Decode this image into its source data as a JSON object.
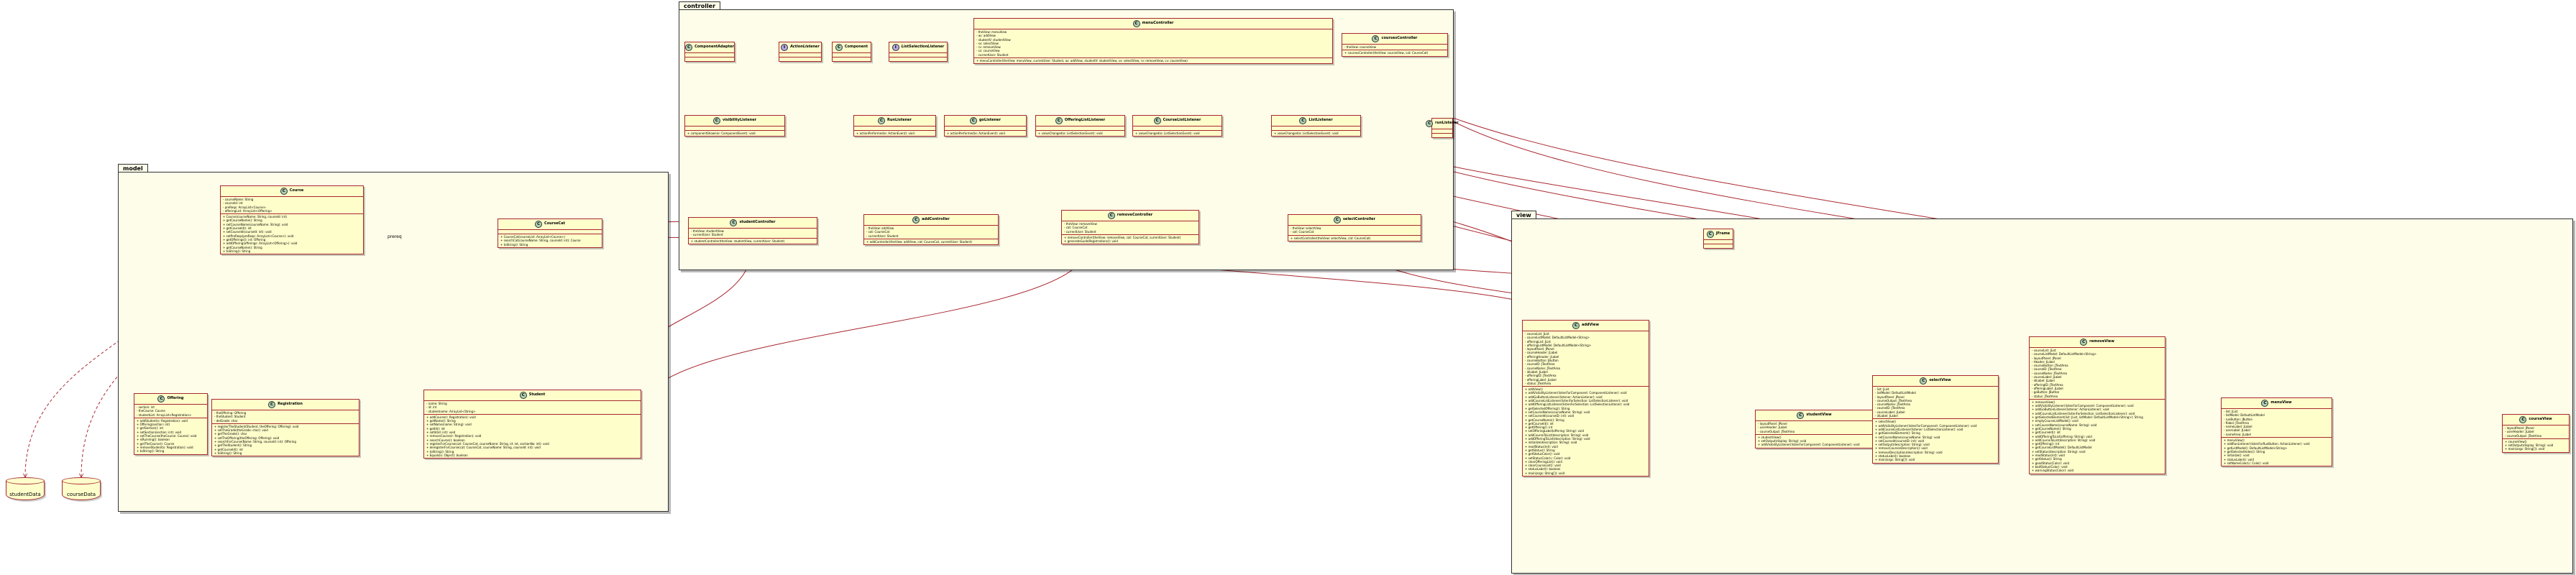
{
  "packages": {
    "controller": "controller",
    "model": "model",
    "view": "view"
  },
  "databases": {
    "studentData": "studentData",
    "courseData": "courseData"
  },
  "edge_labels": {
    "prereq": "prereq"
  },
  "classes": {
    "ComponentAdapter": {
      "name": "ComponentAdapter",
      "kind": "C",
      "italic": false,
      "fields": [],
      "methods": []
    },
    "ActionListener": {
      "name": "ActionListener",
      "kind": "I",
      "italic": true,
      "fields": [],
      "methods": []
    },
    "Component": {
      "name": "Component",
      "kind": "C",
      "italic": false,
      "fields": [],
      "methods": []
    },
    "ListSelectionListener": {
      "name": "ListSelectionListener",
      "kind": "I",
      "italic": true,
      "fields": [],
      "methods": []
    },
    "menuController": {
      "name": "menuController",
      "kind": "C",
      "italic": false,
      "fields": [
        "- theView: menuView",
        "- av: addView",
        "- studentV: studentView",
        "- sv: selectView",
        "- rv: removeView",
        "- cv: courseView",
        "- currentUser: Student"
      ],
      "methods": [
        "+ menuController(theView: menuView, currentUser: Student, av: addView, studentV: studentView, sv: selectView, rv: removeView, cv: courseView)"
      ]
    },
    "coursesController": {
      "name": "coursesController",
      "kind": "C",
      "italic": false,
      "fields": [
        "- theView: courseView"
      ],
      "methods": [
        "+ coursesController(theView: courseView, cat: CourseCat)"
      ]
    },
    "visibilityListener": {
      "name": "visibilityListener",
      "kind": "C",
      "italic": false,
      "fields": [],
      "methods": [
        "+ componentShown(e: ComponentEvent): void"
      ]
    },
    "RunListener": {
      "name": "RunListener",
      "kind": "C",
      "italic": false,
      "fields": [],
      "methods": [
        "+ actionPerformed(e: ActionEvent): void"
      ]
    },
    "goListener": {
      "name": "goListener",
      "kind": "C",
      "italic": false,
      "fields": [],
      "methods": [
        "+ actionPerformed(e: ActionEvent): void"
      ]
    },
    "OfferingListListener": {
      "name": "OfferingListListener",
      "kind": "C",
      "italic": false,
      "fields": [],
      "methods": [
        "+ valueChanged(e: ListSelectionEvent): void"
      ]
    },
    "CourseListListener": {
      "name": "CourseListListener",
      "kind": "C",
      "italic": false,
      "fields": [],
      "methods": [
        "+ valueChanged(e: ListSelectionEvent): void"
      ]
    },
    "ListListener": {
      "name": "ListListener",
      "kind": "C",
      "italic": false,
      "fields": [],
      "methods": [
        "+ valueChanged(e: ListSelectionEvent): void"
      ]
    },
    "runListener": {
      "name": "runListener",
      "kind": "C",
      "italic": false,
      "fields": [],
      "methods": []
    },
    "studentController": {
      "name": "studentController",
      "kind": "C",
      "italic": false,
      "fields": [
        "- theView: studentView",
        "- currentUser: Student"
      ],
      "methods": [
        "+ studentController(theView: studentView, currentUser: Student)"
      ]
    },
    "addController": {
      "name": "addController",
      "kind": "C",
      "italic": false,
      "fields": [
        "- theView: addView",
        "- cat: CourseCat",
        "- currentUser: Student"
      ],
      "methods": [
        "+ addController(theView: addView, cat: CourseCat, currentUser: Student)"
      ]
    },
    "removeController": {
      "name": "removeController",
      "kind": "C",
      "italic": false,
      "fields": [
        "- theView: removeView",
        "- cat: CourseCat",
        "- currentUser: Student"
      ],
      "methods": [
        "+ removeController(theView: removeView, cat: CourseCat, currentUser: Student)",
        "+ generateGuideRegistrations(): void"
      ]
    },
    "selectController": {
      "name": "selectController",
      "kind": "C",
      "italic": false,
      "fields": [
        "- theView: selectView",
        "- cat: CourseCat"
      ],
      "methods": [
        "+ selectController(theView: selectView, cat: CourseCat)"
      ]
    },
    "Course": {
      "name": "Course",
      "kind": "C",
      "italic": false,
      "fields": [
        "- courseName: String",
        "- courseId: int",
        "- preReqs: ArrayList<Course>",
        "- offeringList: ArrayList<Offering>"
      ],
      "methods": [
        "+ Course(courseName: String, courseId: int)",
        "+ getCourseName(): String",
        "+ setCourseName(courseName: String): void",
        "+ getCourseId(): int",
        "+ setCourseId(courseId: int): void",
        "+ setPreReqs(preReqs: ArrayList<Course>): void",
        "+ getOfferings(): int: Offering",
        "+ addOffering(offerings: ArrayList<Offering>): void",
        "+ getCourseName(): String",
        "+ toString(): String"
      ]
    },
    "CourseCat": {
      "name": "CourseCat",
      "kind": "C",
      "italic": false,
      "fields": [],
      "methods": [
        "+ CourseCat(courseList: ArrayList<Course>)",
        "+ searchCat(courseName: String, courseId: int): Course",
        "+ toString(): String"
      ]
    },
    "Offering": {
      "name": "Offering",
      "kind": "C",
      "italic": false,
      "fields": [
        "- section: int",
        "- theCourse: Course",
        "- studentList: ArrayList<Registration>"
      ],
      "methods": [
        "+ addStudent(s: Registration): void",
        "+ Offering(section: int)",
        "+ getSection(): int",
        "+ setSection(section: int): void",
        "+ setTheCourse(theCourse: Course): void",
        "+ isRunning(): boolean",
        "+ getTheCourse(): Course",
        "+ removeStudent(s: Registration): void",
        "+ toString(): String"
      ]
    },
    "Registration": {
      "name": "Registration",
      "kind": "C",
      "italic": false,
      "fields": [
        "- theOffering: Offering",
        "- theStudent: Student",
        "- delGrade: char"
      ],
      "methods": [
        "+ registerTheStudent(Student, theOffering: Offering): void",
        "+ setTheGrade(theGrade: char): void",
        "+ getTheGrade(): char",
        "+ setTheOffering(theOffering: Offering): void",
        "+ searchForCourse(Name: String, courseId: int): Offering",
        "+ getTheStudent(): String",
        "+ getCourseId(): int",
        "+ toString(): String"
      ]
    },
    "Student": {
      "name": "Student",
      "kind": "C",
      "italic": false,
      "fields": [
        "- name: String",
        "- id: int",
        "- studentname: ArrayList<String>"
      ],
      "methods": [
        "+ addCourse(r: Registration): void",
        "+ getName(): String",
        "+ setName(name: String): void",
        "+ getId(): int",
        "+ setId(id: int): void",
        "+ removeCourse(r: Registration): void",
        "+ searchCourse(): boolean",
        "+ registerForCourse(cat: CourseCat, courseName: String, id: int, sectionNo: int): void",
        "+ deregisterForCourse(cat: CourseCat, courseName: String, courseId: int): void",
        "+ toString(): String",
        "+ Equals(o: Object): boolean"
      ]
    },
    "JFrame": {
      "name": "JFrame",
      "kind": "C",
      "italic": false,
      "fields": [],
      "methods": []
    },
    "addView": {
      "name": "addView",
      "kind": "C",
      "italic": false,
      "fields": [
        "- courseList: JList",
        "- courseListModel: DefaultListModel<String>",
        "- offeringList: JList",
        "- offeringListModel: DefaultListModel<String>",
        "- layoutPanel: JPanel",
        "- courseHeader: JLabel",
        "- offeringHeader: JLabel",
        "- courseButton: JButton",
        "- courseID: JTextArea",
        "- courseName: JTextArea",
        "- idLabel: JLabel",
        "- offeringID: JTextArea",
        "- offeringLabel: JLabel",
        "- status: JTextArea"
      ],
      "methods": [
        "+ addView()",
        "+ addVisibilityListener(listenForComponent: ComponentListener): void",
        "+ addGoButtonListener(listener: ActionListener): void",
        "+ addCourseListListener(listenForSelection: ListSelectionListener): void",
        "+ addOfferingListListener(listenForSelection: ListSelectionListener): void",
        "+ getSelectedOffering(): String",
        "+ setCourseName(courseName: String): void",
        "+ setCourseId(courseID: int): void",
        "+ getCourseName(): String",
        "+ getCourseId(): int",
        "+ getOffering(): int",
        "+ setOfferingLabel(offering: String): void",
        "+ addCourseToList(description: String): void",
        "+ addOfferingToList(description: String): void",
        "+ initialize(description: String): void",
        "+ readStatus(int): void",
        "+ getStatus(): String",
        "+ getStatusColor(): void",
        "+ setStatusColor(c: Color): void",
        "+ clearOfferingList(): void",
        "+ clearCourseList(): void",
        "+ statusLabel(): boolean",
        "+ main(args: String[]): void"
      ]
    },
    "studentView": {
      "name": "studentView",
      "kind": "C",
      "italic": false,
      "fields": [
        "- layoutPanel: JPanel",
        "- userHeader: JLabel",
        "- courseOutput: JTextArea"
      ],
      "methods": [
        "+ studentView()",
        "+ setOutput(display: String): void",
        "+ addVisibilityListener(listenForComponent: ComponentListener): void"
      ]
    },
    "selectView": {
      "name": "selectView",
      "kind": "C",
      "italic": false,
      "fields": [
        "- list: JList",
        "- listModel: DefaultListModel",
        "- layoutPanel: JPanel",
        "- courseOutput: JTextArea",
        "- courseName: JTextArea",
        "- courseID: JTextArea",
        "- courseLabel: JLabel",
        "- idLabel: JLabel"
      ],
      "methods": [
        "+ selectView()",
        "+ addVisibilityListener(listenForComponent: ComponentListener): void",
        "+ addCourseListListener(listener: ListSelectionListener): void",
        "+ getSelectedElement(): String",
        "+ setCourseName(courseName: String): void",
        "+ setCourseId(courseID: int): void",
        "+ setOutput(description: String): void",
        "+ removeCoursesDescription(): void",
        "+ removeDescription(description: String): void",
        "+ statusLabel(): boolean",
        "+ main(args: String[]): void"
      ]
    },
    "removeView": {
      "name": "removeView",
      "kind": "C",
      "italic": false,
      "fields": [
        "- courseList: JList",
        "- courseListModel: DefaultListModel<String>",
        "- layoutPanel: JPanel",
        "- Header: JLabel",
        "- courseButton: JTextArea",
        "- courseID: JTextArea",
        "- courseName: JTextArea",
        "- courseLabel: JLabel",
        "- idLabel: JLabel",
        "- offeringID: JTextArea",
        "- offeringLabel: JLabel",
        "- goButton: JButton",
        "- status: JTextArea"
      ],
      "methods": [
        "+ removeView()",
        "+ addVisibilityListener(listenForComponent: ComponentListener): void",
        "+ addGoButtonListener(listener: ActionListener): void",
        "+ addCourseListListener(listenForSelection: ListSelectionListener): void",
        "+ getSelectedElement(list: JList, listModel: DefaultListModel<String>): String",
        "+ emptyCourseListModel(): void",
        "+ setCourseName(courseName: String): void",
        "+ getCourseName(): String",
        "+ getCourseId(): int",
        "+ addOfferingToList(offering: String): void",
        "+ addCourseToList(description: String): void",
        "+ getOffering(): int",
        "+ getCourseListModel(): DefaultListModel",
        "+ setStatus(description: String): void",
        "+ readStatus(int): void",
        "+ getStatus(): String",
        "+ goodStatus(Color): void",
        "+ badStatus(Color): void",
        "+ warningStatus(Color): void"
      ]
    },
    "menuView": {
      "name": "menuView",
      "kind": "C",
      "italic": false,
      "fields": [
        "- list: JList",
        "- listModel: DefaultListModel",
        "- runButton: JButton",
        "- flabel: JTextArea",
        "- nameLabel: JLabel",
        "- userLabel: JLabel",
        "- nameArea: JLabel"
      ],
      "methods": [
        "+ menuView()",
        "+ addRunListener(listenForRunButton: ActionListener): void",
        "+ getListModel(): DefaultListModel<String>",
        "+ getSelectedIndex(): String",
        "+ initialize(): void",
        "+ statusLabel(): void",
        "+ setNameColor(c: Color): void"
      ]
    },
    "courseView": {
      "name": "courseView",
      "kind": "C",
      "italic": false,
      "fields": [
        "- layoutPanel: JPanel",
        "- userHeader: JLabel",
        "- courseOutput: JTextArea"
      ],
      "methods": [
        "+ courseView()",
        "+ setOutput(display: String): void",
        "+ main(args: String[]): void"
      ]
    }
  }
}
